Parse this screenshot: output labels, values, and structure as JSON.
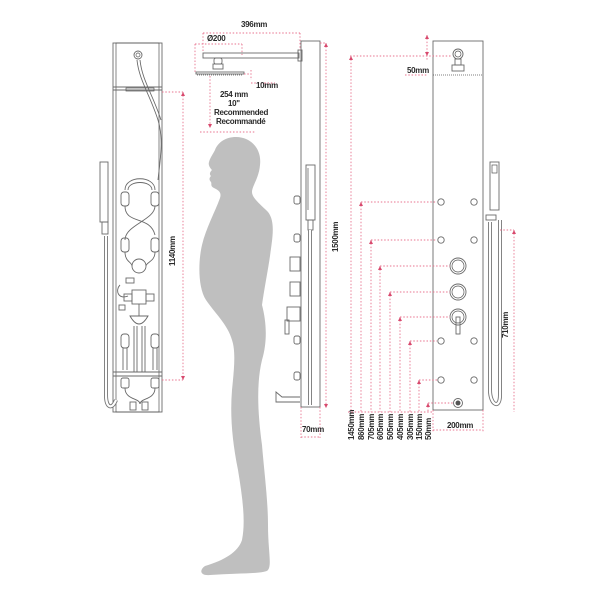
{
  "diagram": {
    "type": "shower-panel-dimension-drawing",
    "colors": {
      "dimension_line": "#e8738f",
      "silhouette": "#bfbfbf",
      "outline": "#6a6a6a",
      "text": "#2a2a2a"
    },
    "head_view": {
      "arm_length": "396mm",
      "head_diameter": "Ø200",
      "head_thickness": "10mm",
      "clearance_line1": "254 mm",
      "clearance_line2": "10\"",
      "clearance_line3": "Recommended",
      "clearance_line4": "Recommandé"
    },
    "rear_view": {
      "internal_height": "1140mm"
    },
    "side_view": {
      "total_height": "1500mm",
      "depth": "70mm"
    },
    "front_view": {
      "top_offset": "50mm",
      "width": "200mm",
      "hose_height": "710mm",
      "heights": [
        "1450mm",
        "860mm",
        "705mm",
        "605mm",
        "505mm",
        "405mm",
        "305mm",
        "150mm",
        "50mm"
      ]
    }
  }
}
